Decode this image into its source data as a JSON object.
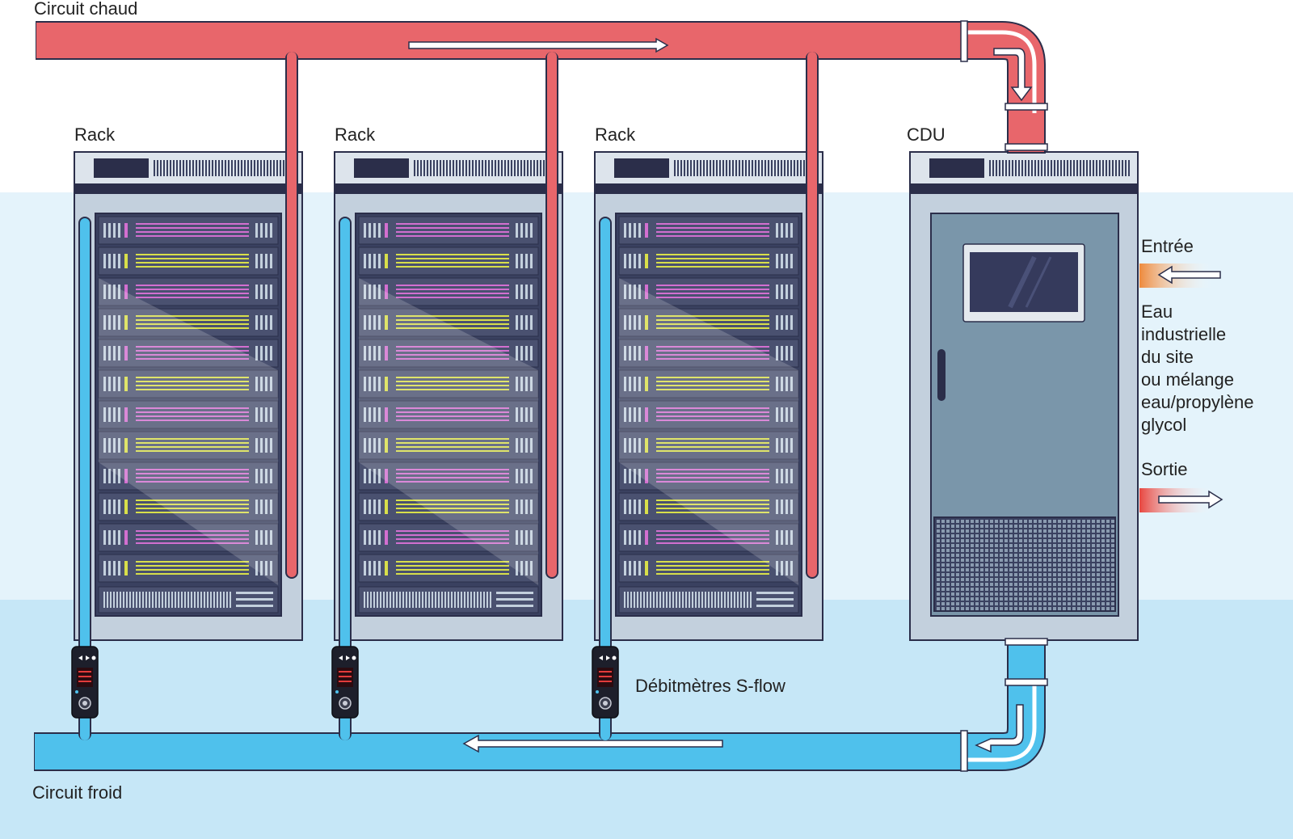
{
  "labels": {
    "hot_circuit": "Circuit chaud",
    "cold_circuit": "Circuit froid",
    "racks": [
      "Rack",
      "Rack",
      "Rack"
    ],
    "cdu": "CDU",
    "inlet": "Entrée",
    "outlet": "Sortie",
    "fluid_lines": [
      "Eau",
      "industrielle",
      "du site",
      "ou mélange",
      "eau/propylène",
      "glycol"
    ],
    "flowmeters": "Débitmètres S-flow"
  },
  "icons": {
    "flow_arrow": "arrow-icon",
    "flowmeter": "flowmeter-icon",
    "rack": "server-rack-icon",
    "cdu": "cdu-cabinet-icon"
  },
  "colors": {
    "hot_pipe": "#e8666b",
    "hot_pipe_dark": "#2b2e4a",
    "cold_pipe": "#4fc1ec",
    "background_upper": "#e4f3fb",
    "background_lower": "#c6e7f7",
    "rack_frame": "#c3d0dd",
    "rack_body": "#3a4160",
    "cdu_door": "#7a96aa",
    "accent_pink": "#d26fd0",
    "accent_yellow": "#d8df4a",
    "inlet_arrow": "#ee8a3c",
    "outlet_arrow": "#e8463f"
  }
}
